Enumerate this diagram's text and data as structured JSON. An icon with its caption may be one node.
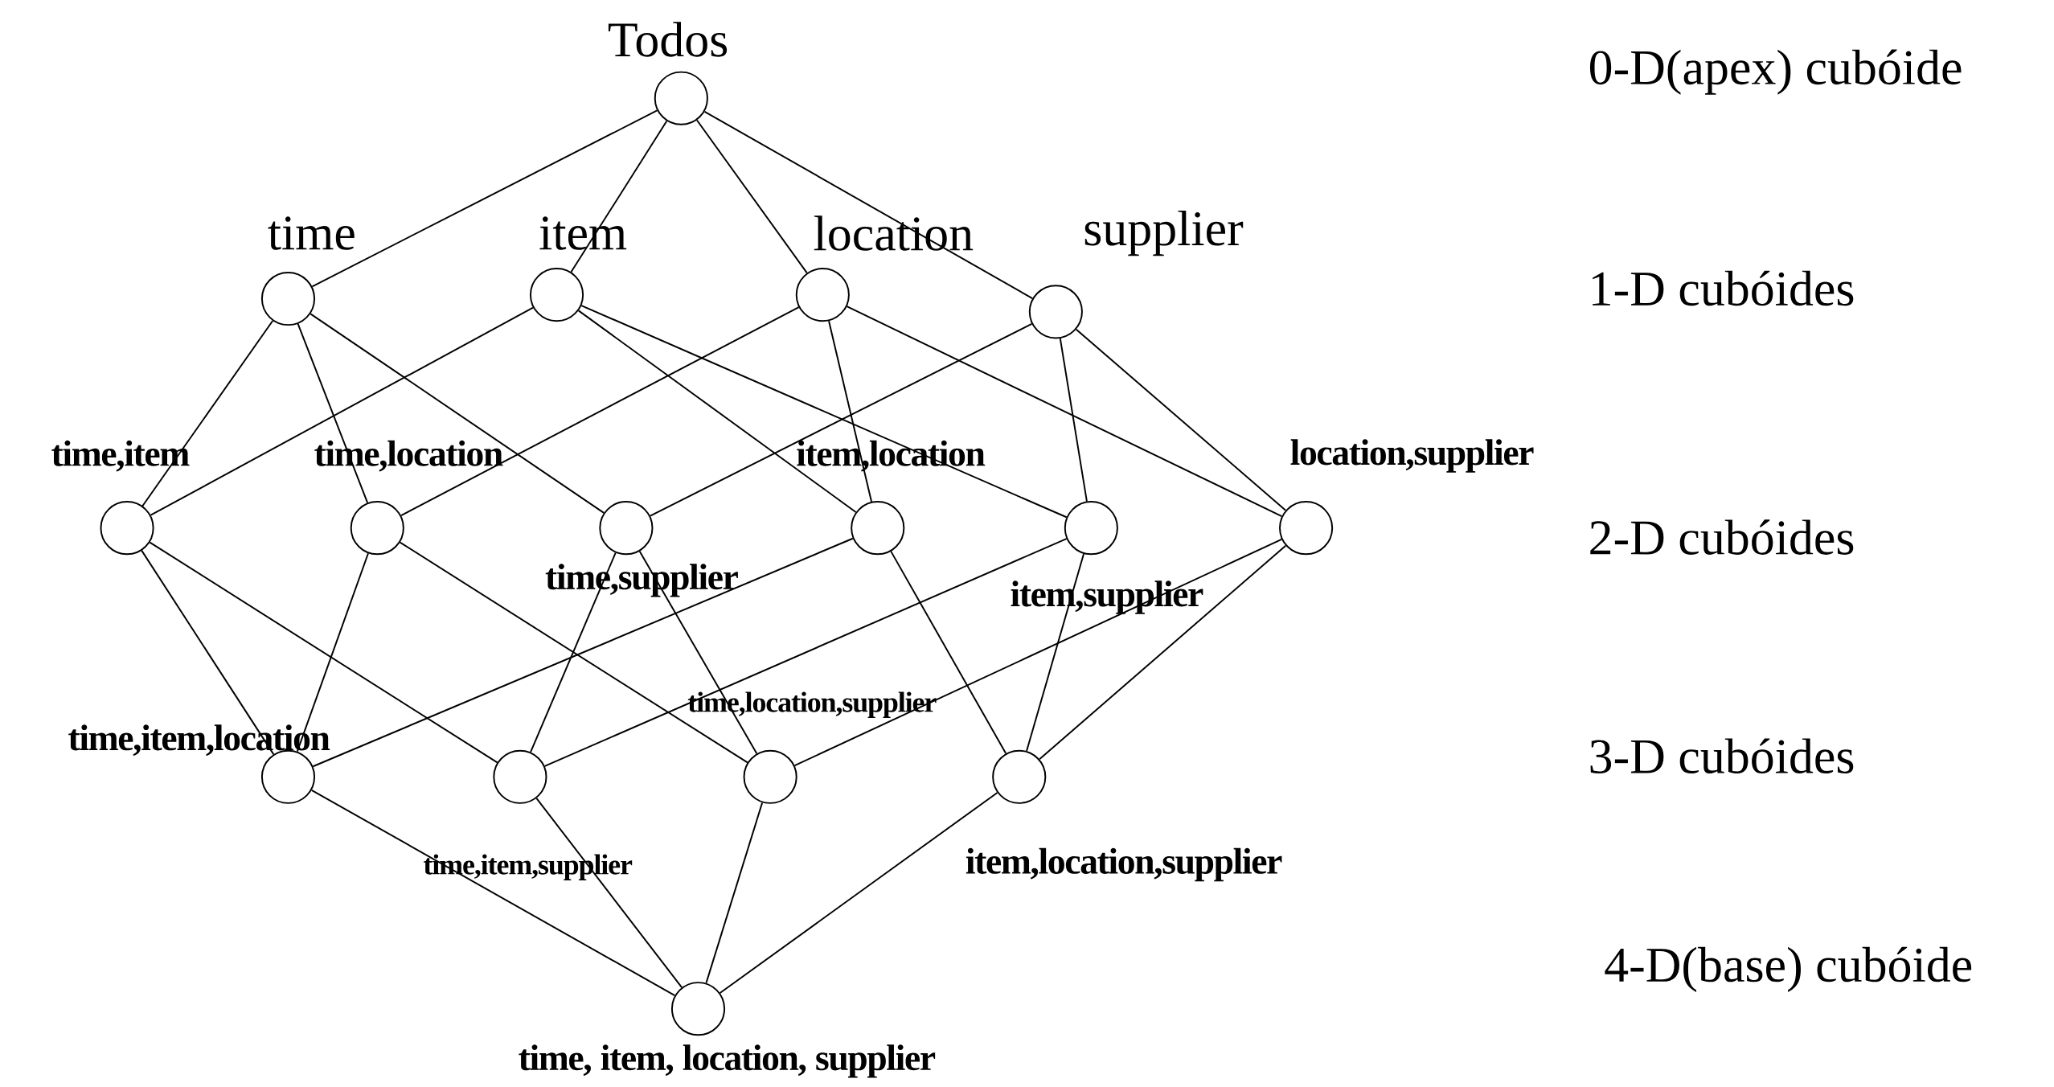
{
  "diagram": {
    "nodes": [
      {
        "text": [
          "Todos"
        ]
      },
      {
        "text": [
          "time"
        ]
      },
      {
        "text": [
          "item"
        ]
      },
      {
        "text": [
          "location"
        ]
      },
      {
        "text": [
          "supplier"
        ]
      },
      {
        "text": [
          "time,item"
        ]
      },
      {
        "text": [
          "time,location"
        ]
      },
      {
        "text": [
          "time,supplier"
        ]
      },
      {
        "text": [
          "item,location"
        ]
      },
      {
        "text": [
          "item,supplier"
        ]
      },
      {
        "text": [
          "location,supplier"
        ]
      },
      {
        "text": [
          "time,item,location"
        ]
      },
      {
        "text": [
          "time,item,supplier"
        ]
      },
      {
        "text": [
          "time,location,supplier"
        ]
      },
      {
        "text": [
          "item,location,supplier"
        ]
      },
      {
        "text": [
          "time, item, location, supplier"
        ]
      }
    ],
    "edges": [
      {
        "from": 0,
        "to": 1,
        "arrow": "none"
      },
      {
        "from": 0,
        "to": 2,
        "arrow": "none"
      },
      {
        "from": 0,
        "to": 3,
        "arrow": "none"
      },
      {
        "from": 0,
        "to": 4,
        "arrow": "none"
      },
      {
        "from": 1,
        "to": 5,
        "arrow": "none"
      },
      {
        "from": 1,
        "to": 6,
        "arrow": "none"
      },
      {
        "from": 1,
        "to": 7,
        "arrow": "none"
      },
      {
        "from": 2,
        "to": 5,
        "arrow": "none"
      },
      {
        "from": 2,
        "to": 8,
        "arrow": "none"
      },
      {
        "from": 2,
        "to": 9,
        "arrow": "none"
      },
      {
        "from": 3,
        "to": 6,
        "arrow": "none"
      },
      {
        "from": 3,
        "to": 8,
        "arrow": "none"
      },
      {
        "from": 3,
        "to": 10,
        "arrow": "none"
      },
      {
        "from": 4,
        "to": 7,
        "arrow": "none"
      },
      {
        "from": 4,
        "to": 9,
        "arrow": "none"
      },
      {
        "from": 4,
        "to": 10,
        "arrow": "none"
      },
      {
        "from": 5,
        "to": 11,
        "arrow": "none"
      },
      {
        "from": 5,
        "to": 12,
        "arrow": "none"
      },
      {
        "from": 6,
        "to": 11,
        "arrow": "none"
      },
      {
        "from": 6,
        "to": 13,
        "arrow": "none"
      },
      {
        "from": 7,
        "to": 12,
        "arrow": "none"
      },
      {
        "from": 7,
        "to": 13,
        "arrow": "none"
      },
      {
        "from": 8,
        "to": 11,
        "arrow": "none"
      },
      {
        "from": 8,
        "to": 14,
        "arrow": "none"
      },
      {
        "from": 9,
        "to": 12,
        "arrow": "none"
      },
      {
        "from": 9,
        "to": 14,
        "arrow": "none"
      },
      {
        "from": 10,
        "to": 13,
        "arrow": "none"
      },
      {
        "from": 10,
        "to": 14,
        "arrow": "none"
      },
      {
        "from": 11,
        "to": 15,
        "arrow": "none"
      },
      {
        "from": 12,
        "to": 15,
        "arrow": "none"
      },
      {
        "from": 13,
        "to": 15,
        "arrow": "none"
      },
      {
        "from": 14,
        "to": 15,
        "arrow": "none"
      }
    ],
    "labels": [
      "0-D(apex) cubóide",
      "1-D cubóides",
      "2-D cubóides",
      "3-D cubóides",
      "4-D(base) cubóide"
    ]
  }
}
